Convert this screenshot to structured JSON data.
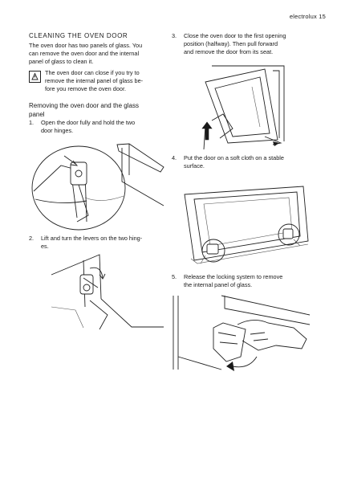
{
  "header": {
    "brand": "electrolux",
    "page_number": "15"
  },
  "section": {
    "title": "CLEANING THE OVEN DOOR",
    "intro_lines": [
      "The oven door has two panels of glass. You",
      "can remove the oven door and the internal",
      "panel of glass to clean it."
    ],
    "note_lines": [
      "The oven door can close if you try to",
      "remove the internal panel of glass be-",
      "fore you remove the oven door."
    ],
    "subheading_lines": [
      "Removing the oven door and the glass",
      "panel"
    ]
  },
  "steps": [
    {
      "number": "1.",
      "lines": [
        "Open the door fully and hold the two",
        "door hinges."
      ]
    },
    {
      "number": "2.",
      "lines": [
        "Lift and turn the levers on the two hing-",
        "es."
      ]
    },
    {
      "number": "3.",
      "lines": [
        "Close the oven door to the first opening",
        "position (halfway). Then pull forward",
        "and remove the door from its seat."
      ]
    },
    {
      "number": "4.",
      "lines": [
        "Put the door on a soft cloth on a stable",
        "surface."
      ]
    },
    {
      "number": "5.",
      "lines": [
        "Release the locking system to remove",
        "the internal panel of glass."
      ]
    }
  ],
  "icons": {
    "note": "warning-note-icon"
  }
}
